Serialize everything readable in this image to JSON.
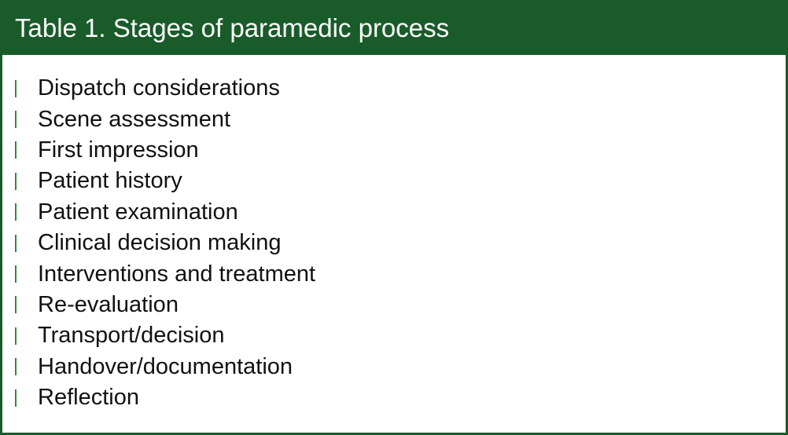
{
  "table": {
    "title": "Table 1. Stages of paramedic process",
    "accent_color": "#1a5b2a",
    "bullet_color": "#2e8b3e",
    "items": [
      "Dispatch considerations",
      "Scene assessment",
      "First impression",
      "Patient history",
      "Patient examination",
      "Clinical decision making",
      "Interventions and treatment",
      "Re-evaluation",
      "Transport/decision",
      "Handover/documentation",
      "Reflection"
    ]
  }
}
